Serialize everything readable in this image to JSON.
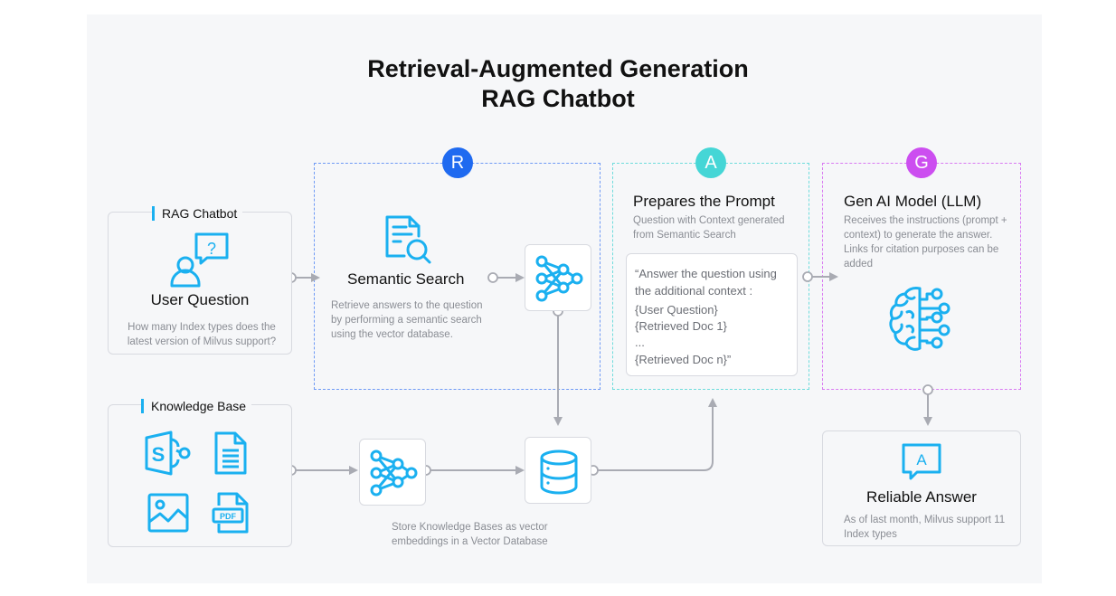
{
  "title": {
    "line1": "Retrieval-Augmented Generation",
    "line2": "RAG Chatbot"
  },
  "colors": {
    "accent_icon": "#1ab0f0",
    "retrieve": "#1f6af0",
    "augment": "#45d6d6",
    "generate": "#cc4ef0",
    "connector": "#a9abb3"
  },
  "rag_chatbot": {
    "legend": "RAG Chatbot",
    "icon": "user-question-icon",
    "heading": "User Question",
    "text": "How many Index types does the latest version of Milvus support?"
  },
  "knowledge_base": {
    "legend": "Knowledge Base",
    "icons": [
      "sharepoint-icon",
      "document-icon",
      "image-icon",
      "pdf-icon"
    ],
    "pdf_label": "PDF"
  },
  "retrieve": {
    "badge": "R",
    "icon": "document-search-icon",
    "heading": "Semantic Search",
    "text": "Retrieve answers to the question by performing a semantic search using the vector database."
  },
  "augment": {
    "badge": "A",
    "heading": "Prepares the Prompt",
    "text": "Question with Context generated from Semantic Search",
    "prompt_lines": [
      "“Answer the question using",
      "the additional context :",
      "{User Question}",
      "{Retrieved Doc 1}",
      "...",
      "{Retrieved Doc n}”"
    ]
  },
  "generate": {
    "badge": "G",
    "heading": "Gen AI Model (LLM)",
    "text": "Receives the instructions (prompt + context) to generate the answer. Links for citation purposes can be added",
    "icon": "brain-circuit-icon"
  },
  "embedding": {
    "icon": "neural-network-icon",
    "caption": "Store Knowledge Bases as vector embeddings in a Vector Database"
  },
  "vector_db": {
    "icon": "database-icon"
  },
  "answer": {
    "icon": "answer-bubble-icon",
    "glyph": "A",
    "heading": "Reliable Answer",
    "text": "As of last month, Milvus support 11 Index types"
  }
}
